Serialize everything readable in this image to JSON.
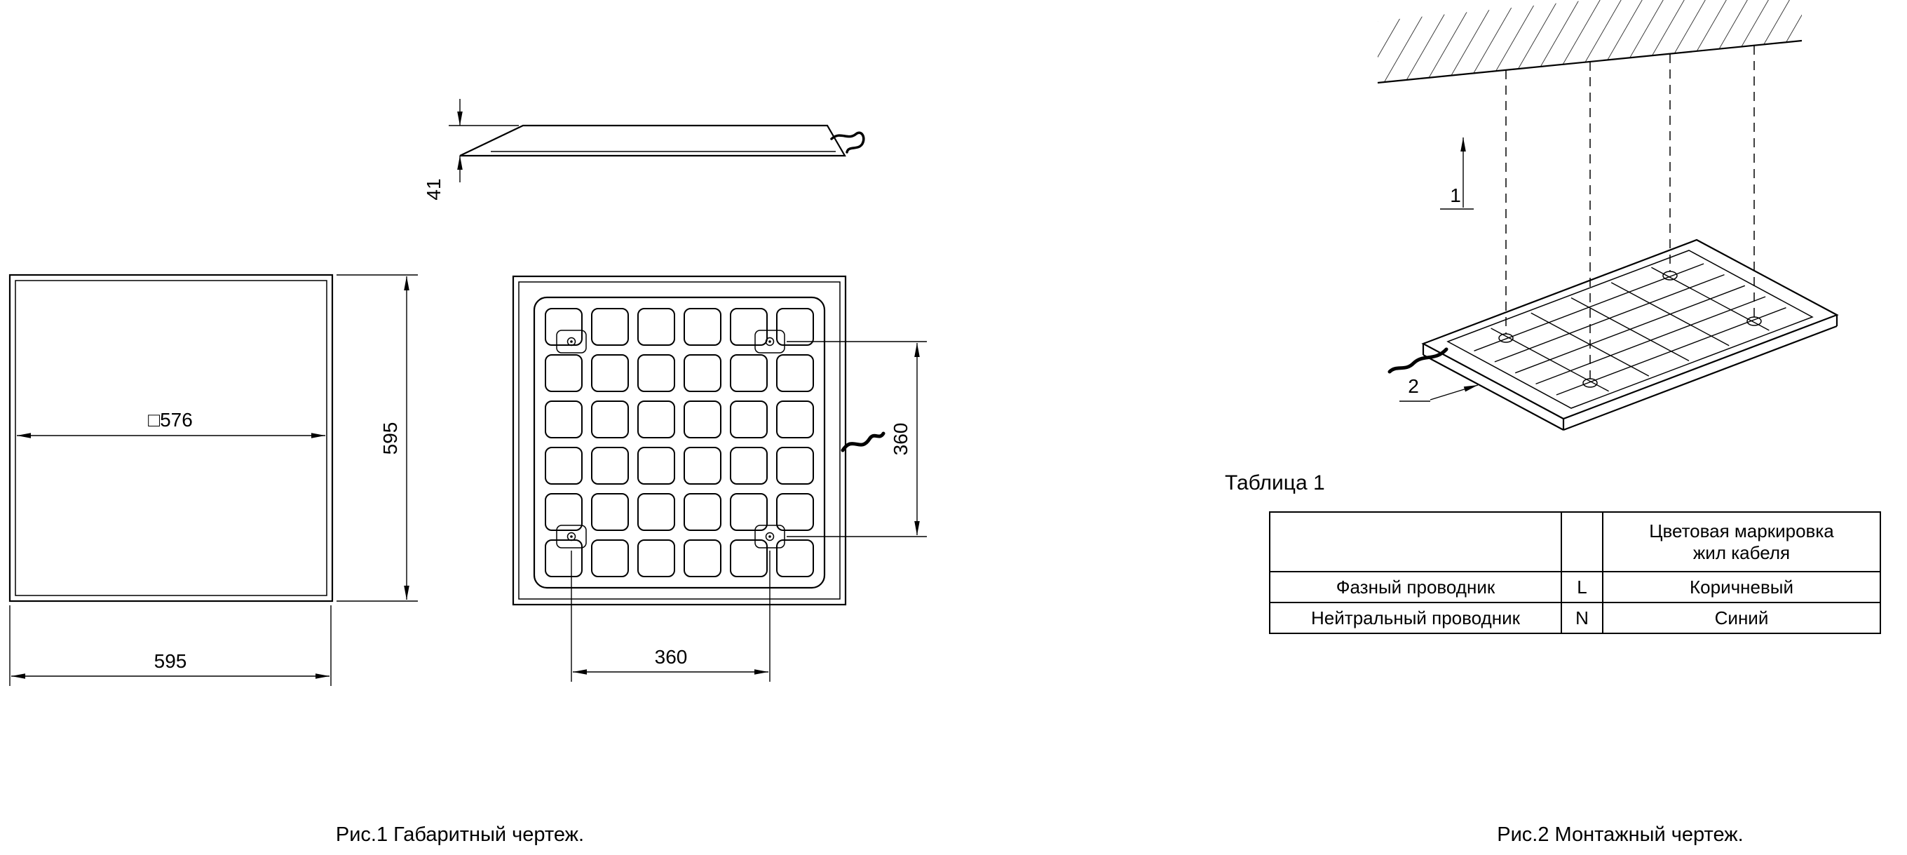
{
  "figure1": {
    "caption": "Рис.1 Габаритный чертеж.",
    "dims": {
      "inner_width": "□576",
      "height": "595",
      "width": "595",
      "side_height": "41",
      "mount_span_v": "360",
      "mount_span_h": "360"
    }
  },
  "figure2": {
    "caption": "Рис.2 Монтажный чертеж.",
    "ref1": "1",
    "ref2": "2"
  },
  "table1": {
    "title": "Таблица 1",
    "header_col3": "Цветовая маркировка\nжил кабеля",
    "rows": [
      {
        "name": "Фазный проводник",
        "code": "L",
        "color": "Коричневый"
      },
      {
        "name": "Нейтральный проводник",
        "code": "N",
        "color": "Синий"
      }
    ]
  }
}
